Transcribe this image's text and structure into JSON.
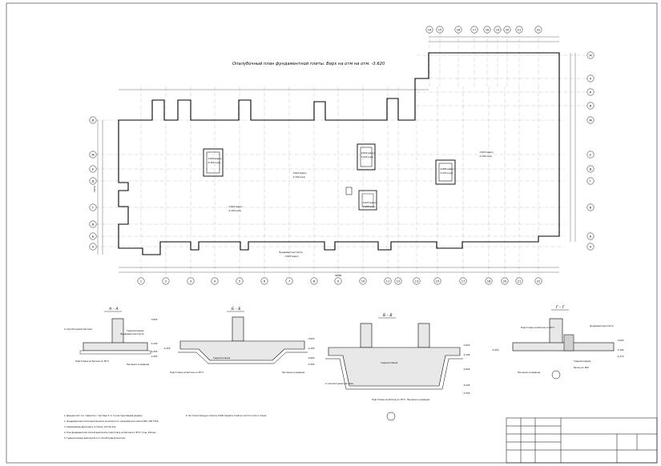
{
  "plan": {
    "title": "Опалубочный план фундаментной плиты. Верх на отм на отм. -3.620",
    "slab_label_line1": "Фундаментная плита",
    "slab_label_line2": "-3.920 (верх)",
    "marks": [
      {
        "top": "-4.600 (верх)",
        "bottom": "-5.200 (низ)"
      },
      {
        "top": "-4.600 (верх)",
        "bottom": "-5.200 (низ)"
      },
      {
        "top": "-4.600 (верх)",
        "bottom": "-5.200 (низ)"
      }
    ],
    "level_notes": [
      "-3.620 (верх)",
      "-4.100 (низ)",
      "-3.620 (верх)",
      "-4.100 (низ)",
      "-3.620 (верх)",
      "-4.100 (низ)",
      "-3.620 (верх)",
      "-4.170 (низ)"
    ],
    "top_axes": [
      "14",
      "15",
      "16",
      "17",
      "18",
      "19",
      "20",
      "21",
      "22"
    ],
    "bottom_axes": [
      "1",
      "2",
      "3",
      "4",
      "5",
      "6",
      "7",
      "8",
      "9",
      "10",
      "11",
      "12",
      "13",
      "15",
      "17",
      "18",
      "20",
      "21",
      "22"
    ],
    "left_axes": [
      "И",
      "Ж",
      "Е",
      "Д",
      "Г",
      "В",
      "Б",
      "А"
    ],
    "right_axes": [
      "М",
      "Л",
      "К",
      "И",
      "Ж",
      "Е",
      "Д",
      "Г",
      "В",
      "Б",
      "А"
    ],
    "overall_dim": "94080",
    "height_dim": "19530"
  },
  "sections": [
    {
      "title": "А – А",
      "labels": [
        "Гидроизоляция",
        "Фундаментная плита",
        "Подготовка из бетона кл. В7.5",
        "Песчаное основание",
        "2 слоя битумной мастики"
      ],
      "levels": [
        "-3.620",
        "-4.100",
        "-4.250",
        "-4.300"
      ]
    },
    {
      "title": "Б – Б",
      "labels": [
        "Гидроизоляция",
        "Подготовка из бетона кл. В7.5",
        "Песчаное основание"
      ],
      "levels": [
        "-3.620",
        "-4.100",
        "-4.600",
        "-5.200",
        "-4.250"
      ]
    },
    {
      "title": "В – В",
      "labels": [
        "Гидроизоляция",
        "2 слоя битумной мастики",
        "Подготовка из бетона кл. В7.5",
        "Песчаное основание"
      ],
      "levels": [
        "-3.620",
        "-4.100",
        "-4.600",
        "-5.200",
        "-5.350"
      ]
    },
    {
      "title": "Г – Г",
      "labels": [
        "Подготовка из бетона кл. В7.5",
        "Песчаное основание",
        "Фундаментная плита",
        "Гидроизоляция",
        "Бетон кл. В15"
      ],
      "levels": [
        "-3.620",
        "-4.100",
        "-4.170",
        "-4.250"
      ]
    }
  ],
  "notes": [
    "1. Данный лист см. совместно с листами 2, 4, 5 (конструктивный раздел).",
    "2. Фундаментная плита выполнена из монолитного железобетона класса В25, W8, F150.",
    "3. Армирование выполнить согласно листам 6–9.",
    "4. Под фундаментной плитой выполнить подготовку из бетона кл. В7.5 толщ. 100 мм.",
    "5. Гидроизоляцию выполнить в 2 слоя битумной мастики.",
    "6. За относительную отметку 0.000 принята отметка чистого пола 1 этажа."
  ],
  "stamp": {}
}
